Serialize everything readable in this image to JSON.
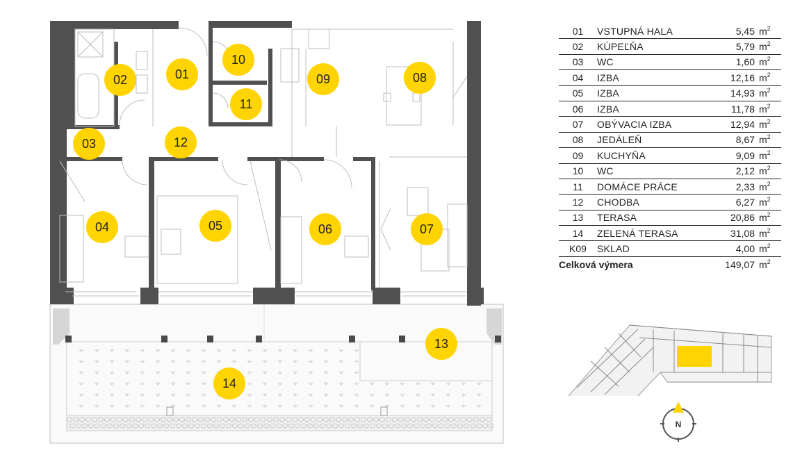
{
  "colors": {
    "marker": "#ffd400",
    "wall": "#505050",
    "highlight": "#ffd400"
  },
  "markers": [
    {
      "id": "01"
    },
    {
      "id": "02"
    },
    {
      "id": "03"
    },
    {
      "id": "04"
    },
    {
      "id": "05"
    },
    {
      "id": "06"
    },
    {
      "id": "07"
    },
    {
      "id": "08"
    },
    {
      "id": "09"
    },
    {
      "id": "10"
    },
    {
      "id": "11"
    },
    {
      "id": "12"
    },
    {
      "id": "13"
    },
    {
      "id": "14"
    }
  ],
  "rooms": [
    {
      "num": "01",
      "name": "VSTUPNÁ HALA",
      "area": "5,45",
      "unit": "m",
      "exp": "2"
    },
    {
      "num": "02",
      "name": "KÚPEĽŇA",
      "area": "5,79",
      "unit": "m",
      "exp": "2"
    },
    {
      "num": "03",
      "name": "WC",
      "area": "1,60",
      "unit": "m",
      "exp": "2"
    },
    {
      "num": "04",
      "name": "IZBA",
      "area": "12,16",
      "unit": "m",
      "exp": "2"
    },
    {
      "num": "05",
      "name": "IZBA",
      "area": "14,93",
      "unit": "m",
      "exp": "2"
    },
    {
      "num": "06",
      "name": "IZBA",
      "area": "11,78",
      "unit": "m",
      "exp": "2"
    },
    {
      "num": "07",
      "name": "OBÝVACIA IZBA",
      "area": "12,94",
      "unit": "m",
      "exp": "2"
    },
    {
      "num": "08",
      "name": "JEDÁLEŇ",
      "area": "8,67",
      "unit": "m",
      "exp": "2"
    },
    {
      "num": "09",
      "name": "KUCHYŇA",
      "area": "9,09",
      "unit": "m",
      "exp": "2"
    },
    {
      "num": "10",
      "name": "WC",
      "area": "2,12",
      "unit": "m",
      "exp": "2"
    },
    {
      "num": "11",
      "name": "DOMÁCE PRÁCE",
      "area": "2,33",
      "unit": "m",
      "exp": "2"
    },
    {
      "num": "12",
      "name": "CHODBA",
      "area": "6,27",
      "unit": "m",
      "exp": "2"
    },
    {
      "num": "13",
      "name": "TERASA",
      "area": "20,86",
      "unit": "m",
      "exp": "2"
    },
    {
      "num": "14",
      "name": "ZELENÁ TERASA",
      "area": "31,08",
      "unit": "m",
      "exp": "2"
    },
    {
      "num": "K09",
      "name": "SKLAD",
      "area": "4,00",
      "unit": "m",
      "exp": "2"
    }
  ],
  "total": {
    "label": "Celková výmera",
    "area": "149,07",
    "unit": "m",
    "exp": "2"
  },
  "compass": {
    "label": "N"
  }
}
